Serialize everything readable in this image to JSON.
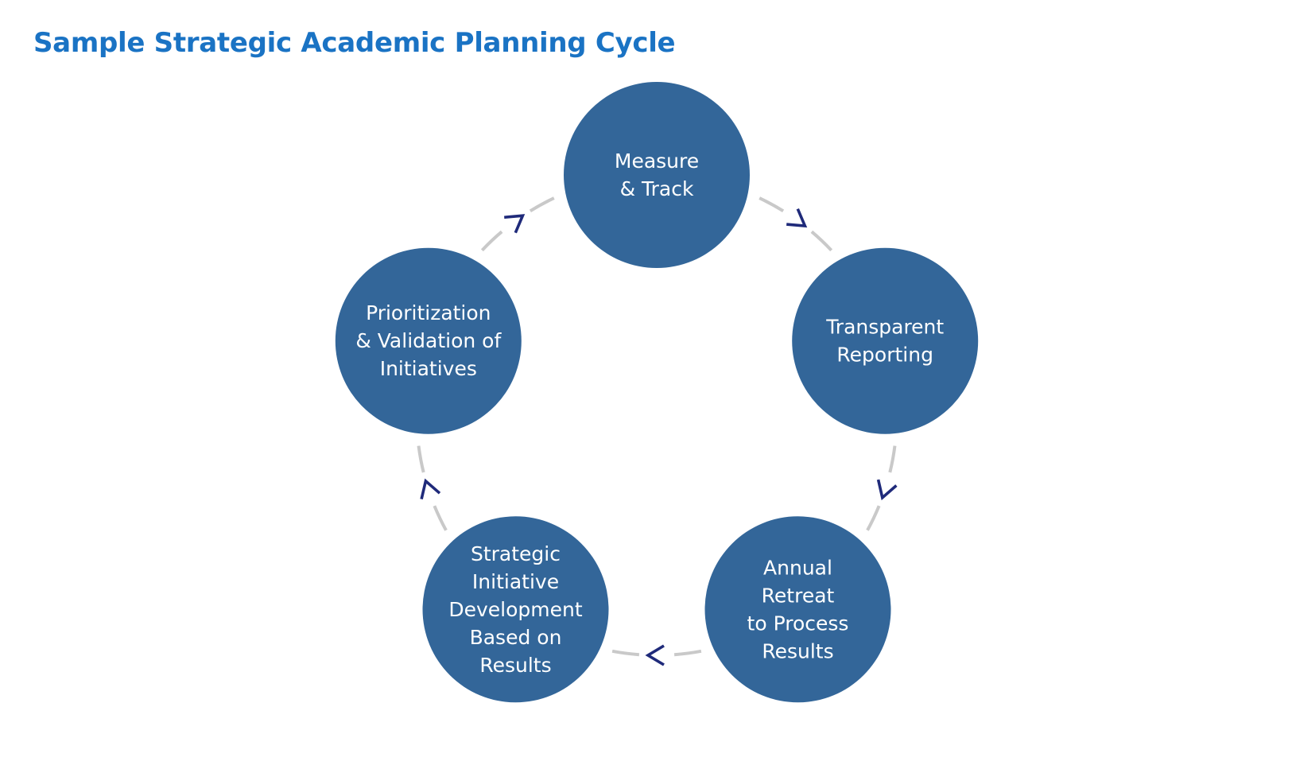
{
  "title": "Sample Strategic Academic Planning Cycle",
  "colors": {
    "title": "#1a73c4",
    "node_fill": "#336699",
    "node_text": "#ffffff",
    "connector": "#c9c9c9",
    "arrow": "#1f2a7a"
  },
  "cycle": {
    "direction": "clockwise",
    "nodes": [
      {
        "id": "measure-track",
        "lines": [
          "Measure",
          "& Track"
        ]
      },
      {
        "id": "transparent-reporting",
        "lines": [
          "Transparent",
          "Reporting"
        ]
      },
      {
        "id": "annual-retreat",
        "lines": [
          "Annual",
          "Retreat",
          "to Process",
          "Results"
        ]
      },
      {
        "id": "strategic-initiative-development",
        "lines": [
          "Strategic",
          "Initiative",
          "Development",
          "Based on",
          "Results"
        ]
      },
      {
        "id": "prioritization-validation",
        "lines": [
          "Prioritization",
          "& Validation of",
          "Initiatives"
        ]
      }
    ]
  }
}
